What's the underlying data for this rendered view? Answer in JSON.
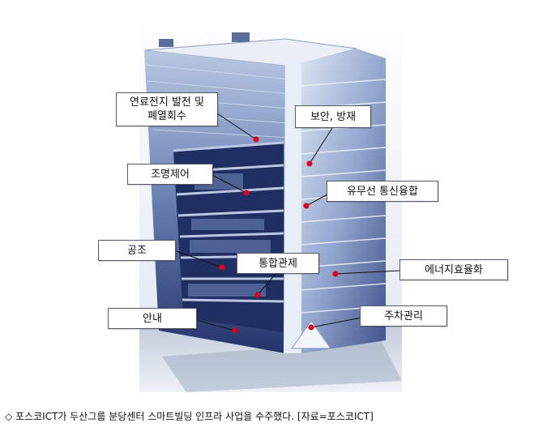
{
  "labels": {
    "fuel_cell_line1": "연료전지 발전 및",
    "fuel_cell_line2": "폐열회수",
    "security": "보안, 방재",
    "lighting": "조명제어",
    "comm": "유무선 통신융합",
    "hvac": "공조",
    "integrated": "통합관제",
    "energy": "에너지효율화",
    "guide": "안내",
    "parking": "주차관리"
  },
  "caption": "◇ 포스코ICT가 두산그룹 분당센터 스마트빌딩 인프라 사업을 수주했다. [자료=포스코ICT]",
  "colors": {
    "dot": "#e0001b",
    "line": "#111111",
    "building_dark": "#2e3f73",
    "building_light": "#c9d6ea"
  }
}
